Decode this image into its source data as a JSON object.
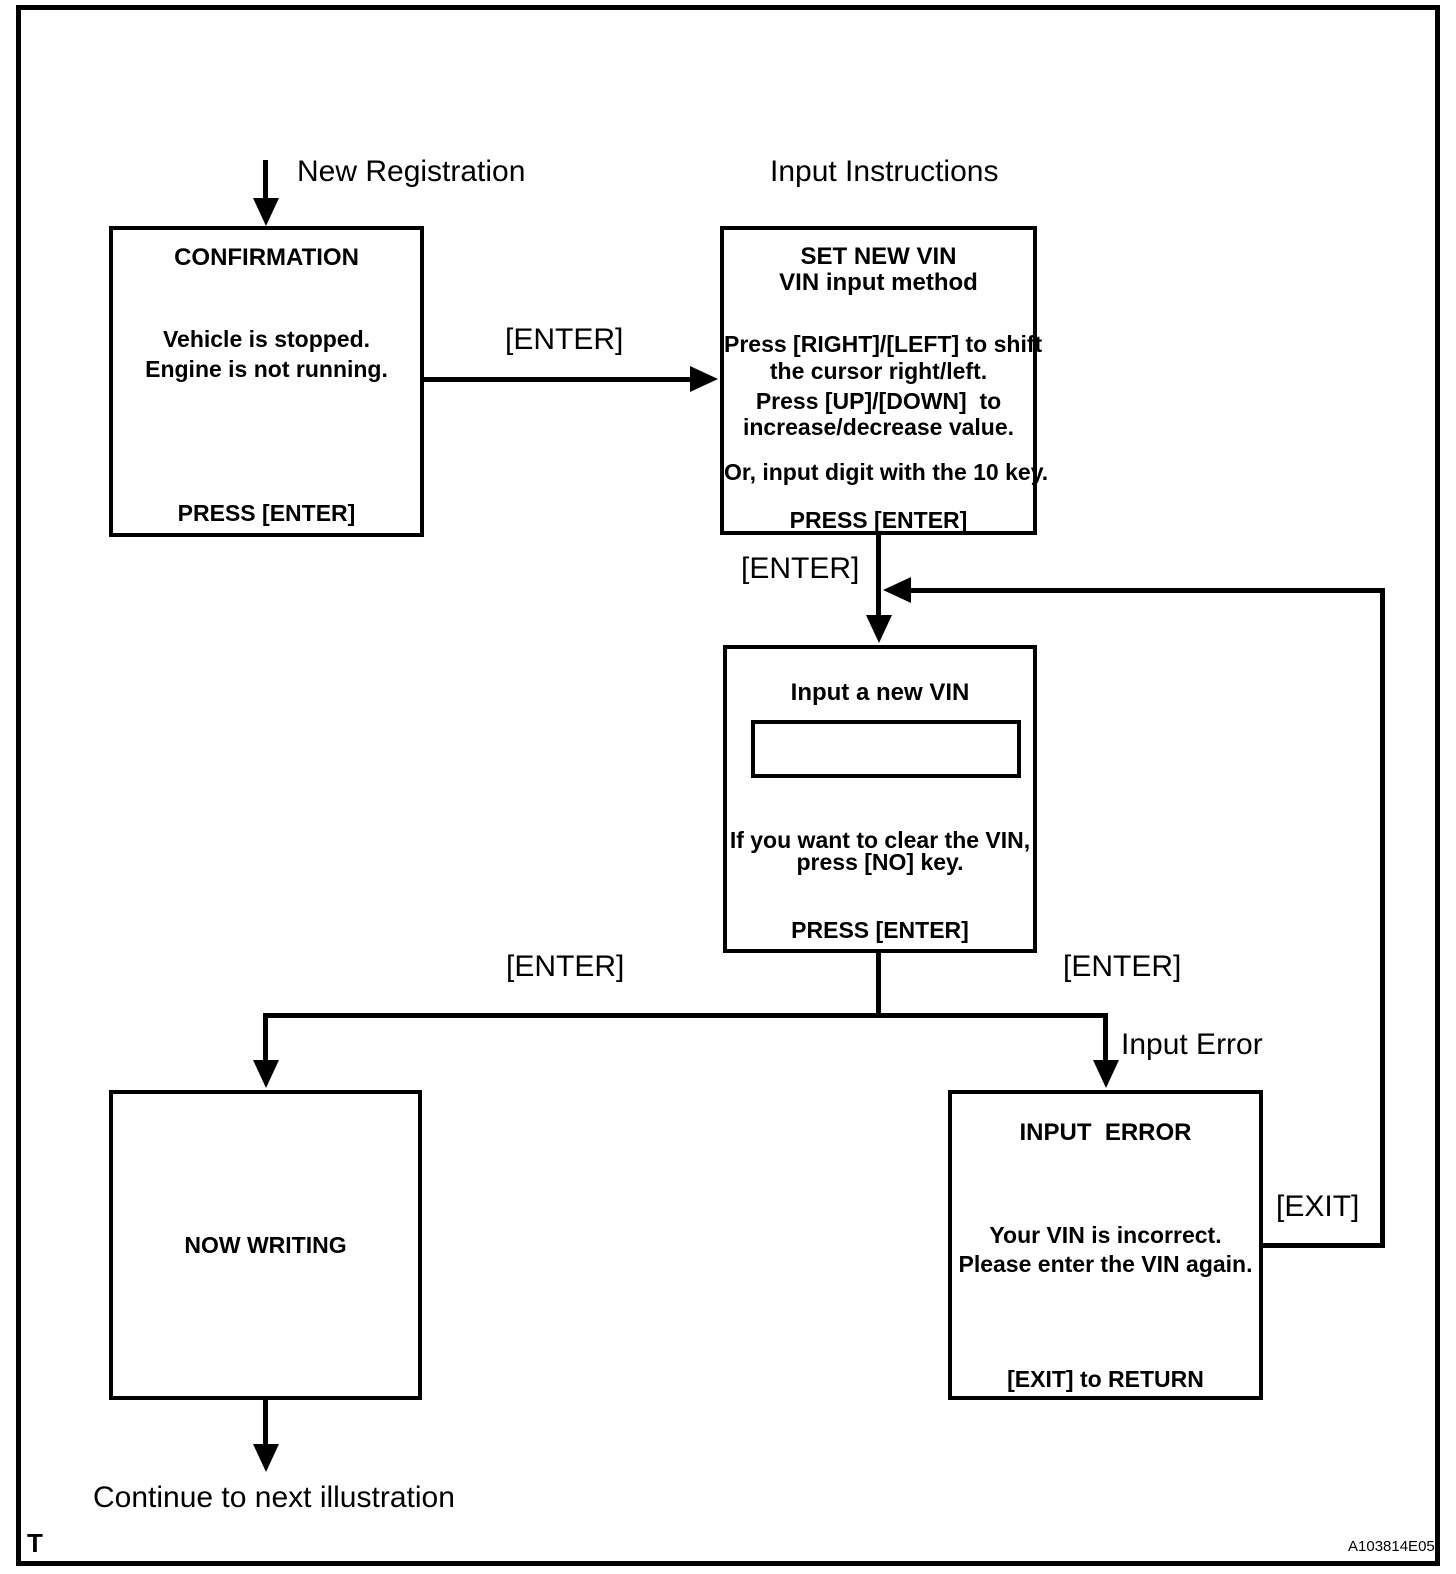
{
  "labels": {
    "new_registration": "New Registration",
    "input_instructions": "Input Instructions",
    "enter_confirm_to_setvin": "[ENTER]",
    "enter_setvin_to_input": "[ENTER]",
    "enter_branch_left": "[ENTER]",
    "enter_branch_right": "[ENTER]",
    "input_error_branch": "Input Error",
    "exit_return": "[EXIT]",
    "continue_next": "Continue to next illustration",
    "corner_mark": "T",
    "figure_id": "A103814E05"
  },
  "boxes": {
    "confirmation": {
      "title": "CONFIRMATION",
      "line1": "Vehicle is stopped.",
      "line2": "Engine is not running.",
      "footer": "PRESS [ENTER]"
    },
    "set_new_vin": {
      "title1": "SET NEW VIN",
      "title2": "VIN input method",
      "line1": "Press [RIGHT]/[LEFT] to shift",
      "line2": "the cursor right/left.",
      "line3": "Press [UP]/[DOWN]  to",
      "line4": "increase/decrease value.",
      "line5": "Or, input digit with the 10 key.",
      "footer": "PRESS [ENTER]"
    },
    "input_new_vin": {
      "title": "Input a new VIN",
      "input_value": "",
      "line1": "If you want to clear the VIN,",
      "line2": "press [NO] key.",
      "footer": "PRESS [ENTER]"
    },
    "now_writing": {
      "title": "NOW WRITING"
    },
    "input_error": {
      "title": "INPUT  ERROR",
      "line1": "Your VIN is incorrect.",
      "line2": "Please enter the VIN again.",
      "footer": "[EXIT] to RETURN"
    }
  },
  "colors": {
    "line": "#000000",
    "background": "#ffffff"
  }
}
